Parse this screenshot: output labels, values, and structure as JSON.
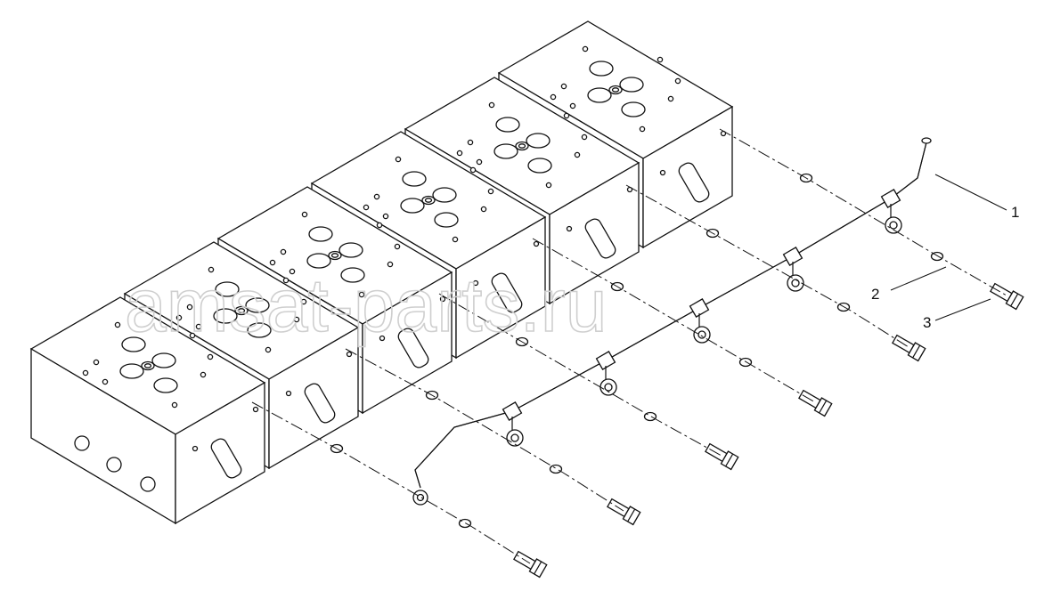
{
  "diagram": {
    "callouts": [
      {
        "id": "1",
        "label": "1"
      },
      {
        "id": "2",
        "label": "2"
      },
      {
        "id": "3",
        "label": "3"
      }
    ],
    "watermark": "amsat-parts.ru",
    "colors": {
      "line": "#111111",
      "background": "#ffffff",
      "watermark": "#cfcfcf"
    }
  }
}
